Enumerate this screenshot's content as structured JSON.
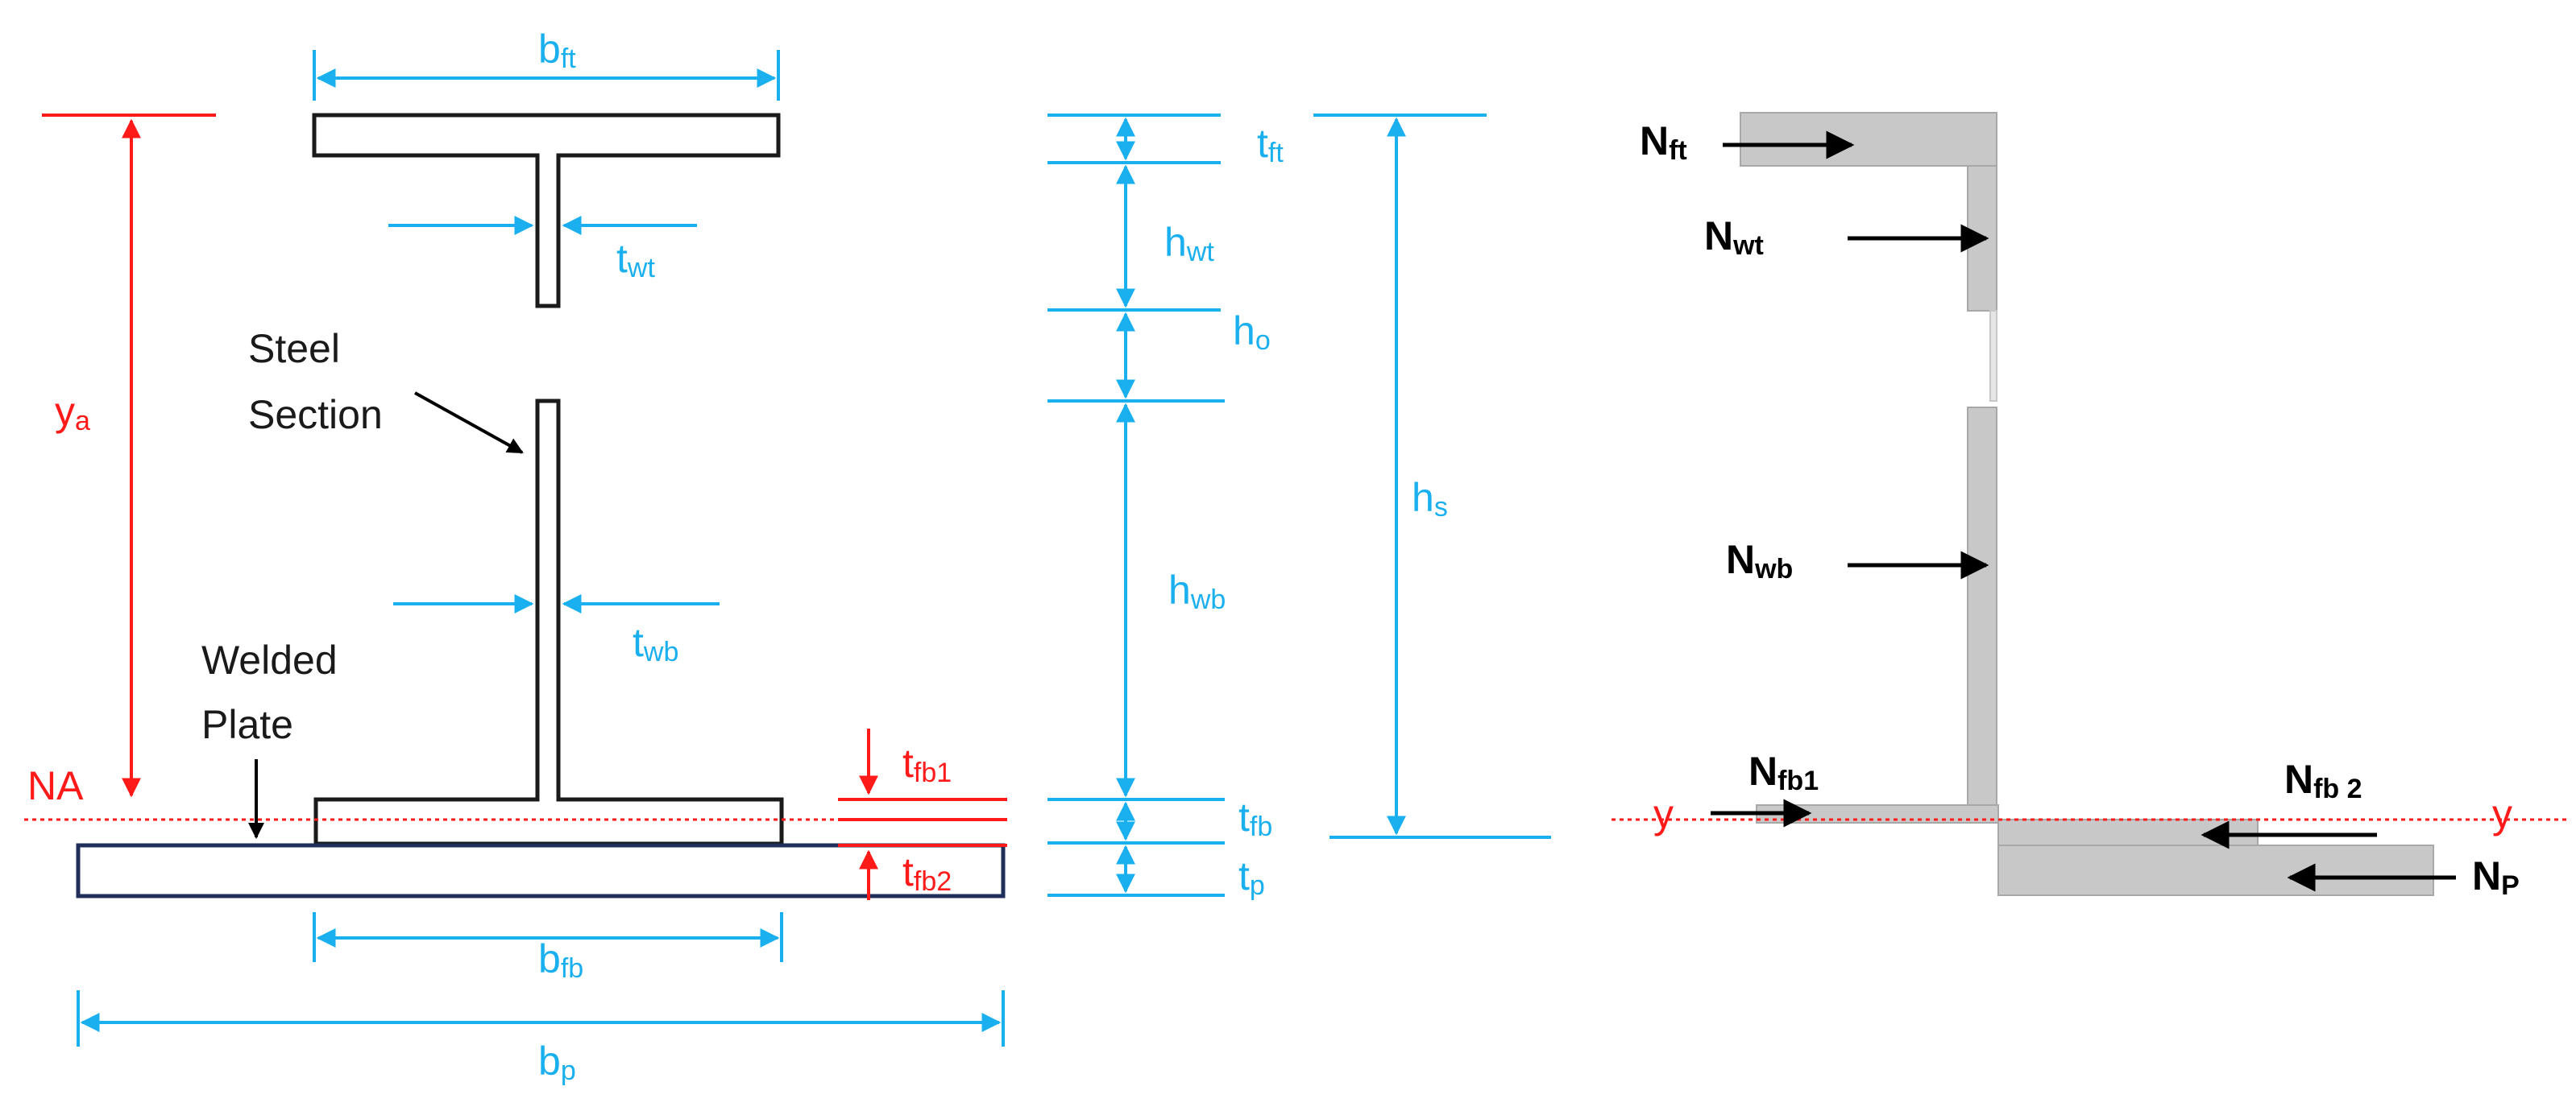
{
  "colors": {
    "section": "#1a1a1a",
    "dimension": "#1ab0ef",
    "axis": "#ff1a1a",
    "plate_border": "#1f2f5a",
    "stress_block": "#c8c8c8",
    "stress_edge": "#a8a8a8",
    "arrow": "#000000"
  },
  "left": {
    "b_ft": {
      "main": "b",
      "sub": "ft"
    },
    "t_wt": {
      "main": "t",
      "sub": "wt"
    },
    "steel_section": [
      "Steel",
      "Section"
    ],
    "y_a": {
      "main": "y",
      "sub": "a"
    },
    "t_wb": {
      "main": "t",
      "sub": "wb"
    },
    "welded_plate": [
      "Welded",
      "Plate"
    ],
    "na": "NA",
    "t_fb1": {
      "main": "t",
      "sub": "fb1"
    },
    "t_fb2": {
      "main": "t",
      "sub": "fb2"
    },
    "b_fb": {
      "main": "b",
      "sub": "fb"
    },
    "b_p": {
      "main": "b",
      "sub": "p"
    }
  },
  "middle": {
    "t_ft": {
      "main": "t",
      "sub": "ft"
    },
    "h_wt": {
      "main": "h",
      "sub": "wt"
    },
    "h_o": {
      "main": "h",
      "sub": "o"
    },
    "h_wb": {
      "main": "h",
      "sub": "wb"
    },
    "t_fb": {
      "main": "t",
      "sub": "fb"
    },
    "t_p": {
      "main": "t",
      "sub": "p"
    },
    "h_s": {
      "main": "h",
      "sub": "s"
    }
  },
  "right": {
    "n_ft": {
      "main": "N",
      "sub": "ft"
    },
    "n_wt": {
      "main": "N",
      "sub": "wt"
    },
    "n_wb": {
      "main": "N",
      "sub": "wb"
    },
    "n_fb1": {
      "main": "N",
      "sub": "fb1"
    },
    "n_fb2": {
      "main": "N",
      "sub": "fb 2"
    },
    "n_p": {
      "main": "N",
      "sub": "P"
    },
    "y_left": "y",
    "y_right": "y"
  }
}
